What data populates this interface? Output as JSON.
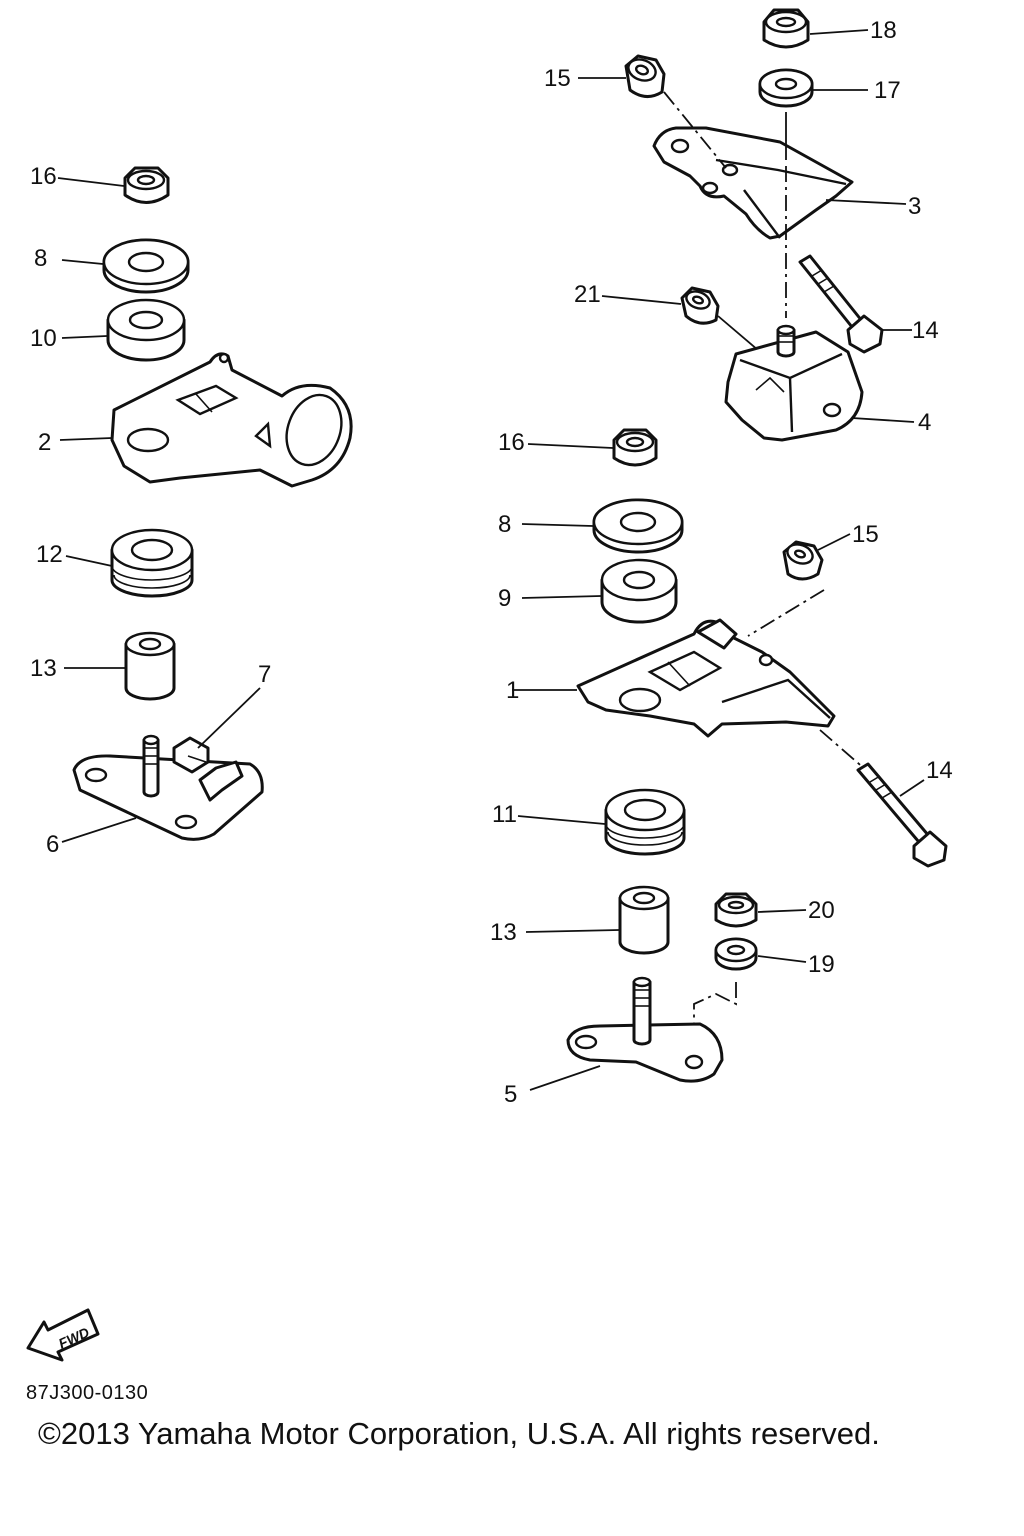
{
  "drawing_code": "87J300-0130",
  "copyright": "©2013 Yamaha Motor Corporation, U.S.A. All rights reserved.",
  "fwd_label": "FWD",
  "callouts": {
    "c1": "1",
    "c2": "2",
    "c3": "3",
    "c4": "4",
    "c5": "5",
    "c6": "6",
    "c7": "7",
    "c8a": "8",
    "c8b": "8",
    "c9": "9",
    "c10": "10",
    "c11": "11",
    "c12": "12",
    "c13a": "13",
    "c13b": "13",
    "c14a": "14",
    "c14b": "14",
    "c15a": "15",
    "c15b": "15",
    "c16a": "16",
    "c16b": "16",
    "c17": "17",
    "c18": "18",
    "c19": "19",
    "c20": "20",
    "c21": "21"
  }
}
